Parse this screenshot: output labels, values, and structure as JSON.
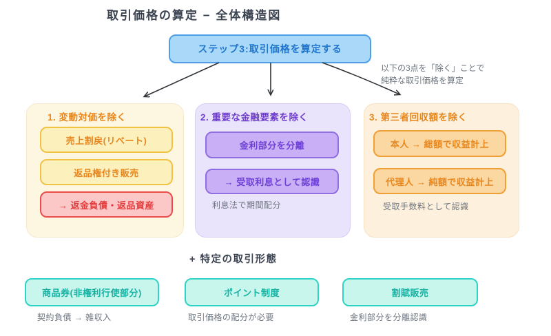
{
  "title": "取引価格の算定 − 全体構造図",
  "step": {
    "label": "ステップ3:取引価格を算定する"
  },
  "annotation": {
    "line1": "以下の3点を「除く」ことで",
    "line2": "純粋な取引価格を算定"
  },
  "section1": {
    "title": "1. 変動対価を除く",
    "box1": "売上割戻(リベート)",
    "box2": "返品権付き販売",
    "result": "→ 返金負債・返品資産"
  },
  "section2": {
    "title": "2. 重要な金融要素を除く",
    "box1": "金利部分を分離",
    "result": "→ 受取利息として認識",
    "note": "利息法で期間配分"
  },
  "section3": {
    "title": "3. 第三者回収額を除く",
    "box1": "本人 → 総額で収益計上",
    "box2": "代理人 → 純額で収益計上",
    "note": "受取手数料として認識"
  },
  "special": {
    "heading": "+ 特定の取引形態",
    "items": [
      {
        "label": "商品券(非権利行使部分)",
        "note": "契約負債 → 雑収入"
      },
      {
        "label": "ポイント制度",
        "note": "取引価格の配分が必要"
      },
      {
        "label": "割賦販売",
        "note": "金利部分を分離認識"
      }
    ]
  },
  "colors": {
    "step_fill": "#a9d8f8",
    "step_border": "#4f9fe8",
    "step_text": "#2176cc",
    "yellow_fill": "#fcf0bd",
    "yellow_border": "#f2c343",
    "orange_text": "#e8871e",
    "red_fill": "#fbc7c7",
    "red_border": "#ea4b4b",
    "red_text": "#e43d3d",
    "purple_fill": "#c9b0f6",
    "purple_border": "#8e6ee0",
    "purple_text": "#6d3fd6",
    "orange_fill": "#fbd7a2",
    "orange_border": "#ef9f34",
    "teal_fill": "#c9f6ec",
    "teal_border": "#2ed3c6",
    "teal_text": "#15b2a4",
    "note_text": "#6e7681",
    "arrow": "#2f3337"
  }
}
